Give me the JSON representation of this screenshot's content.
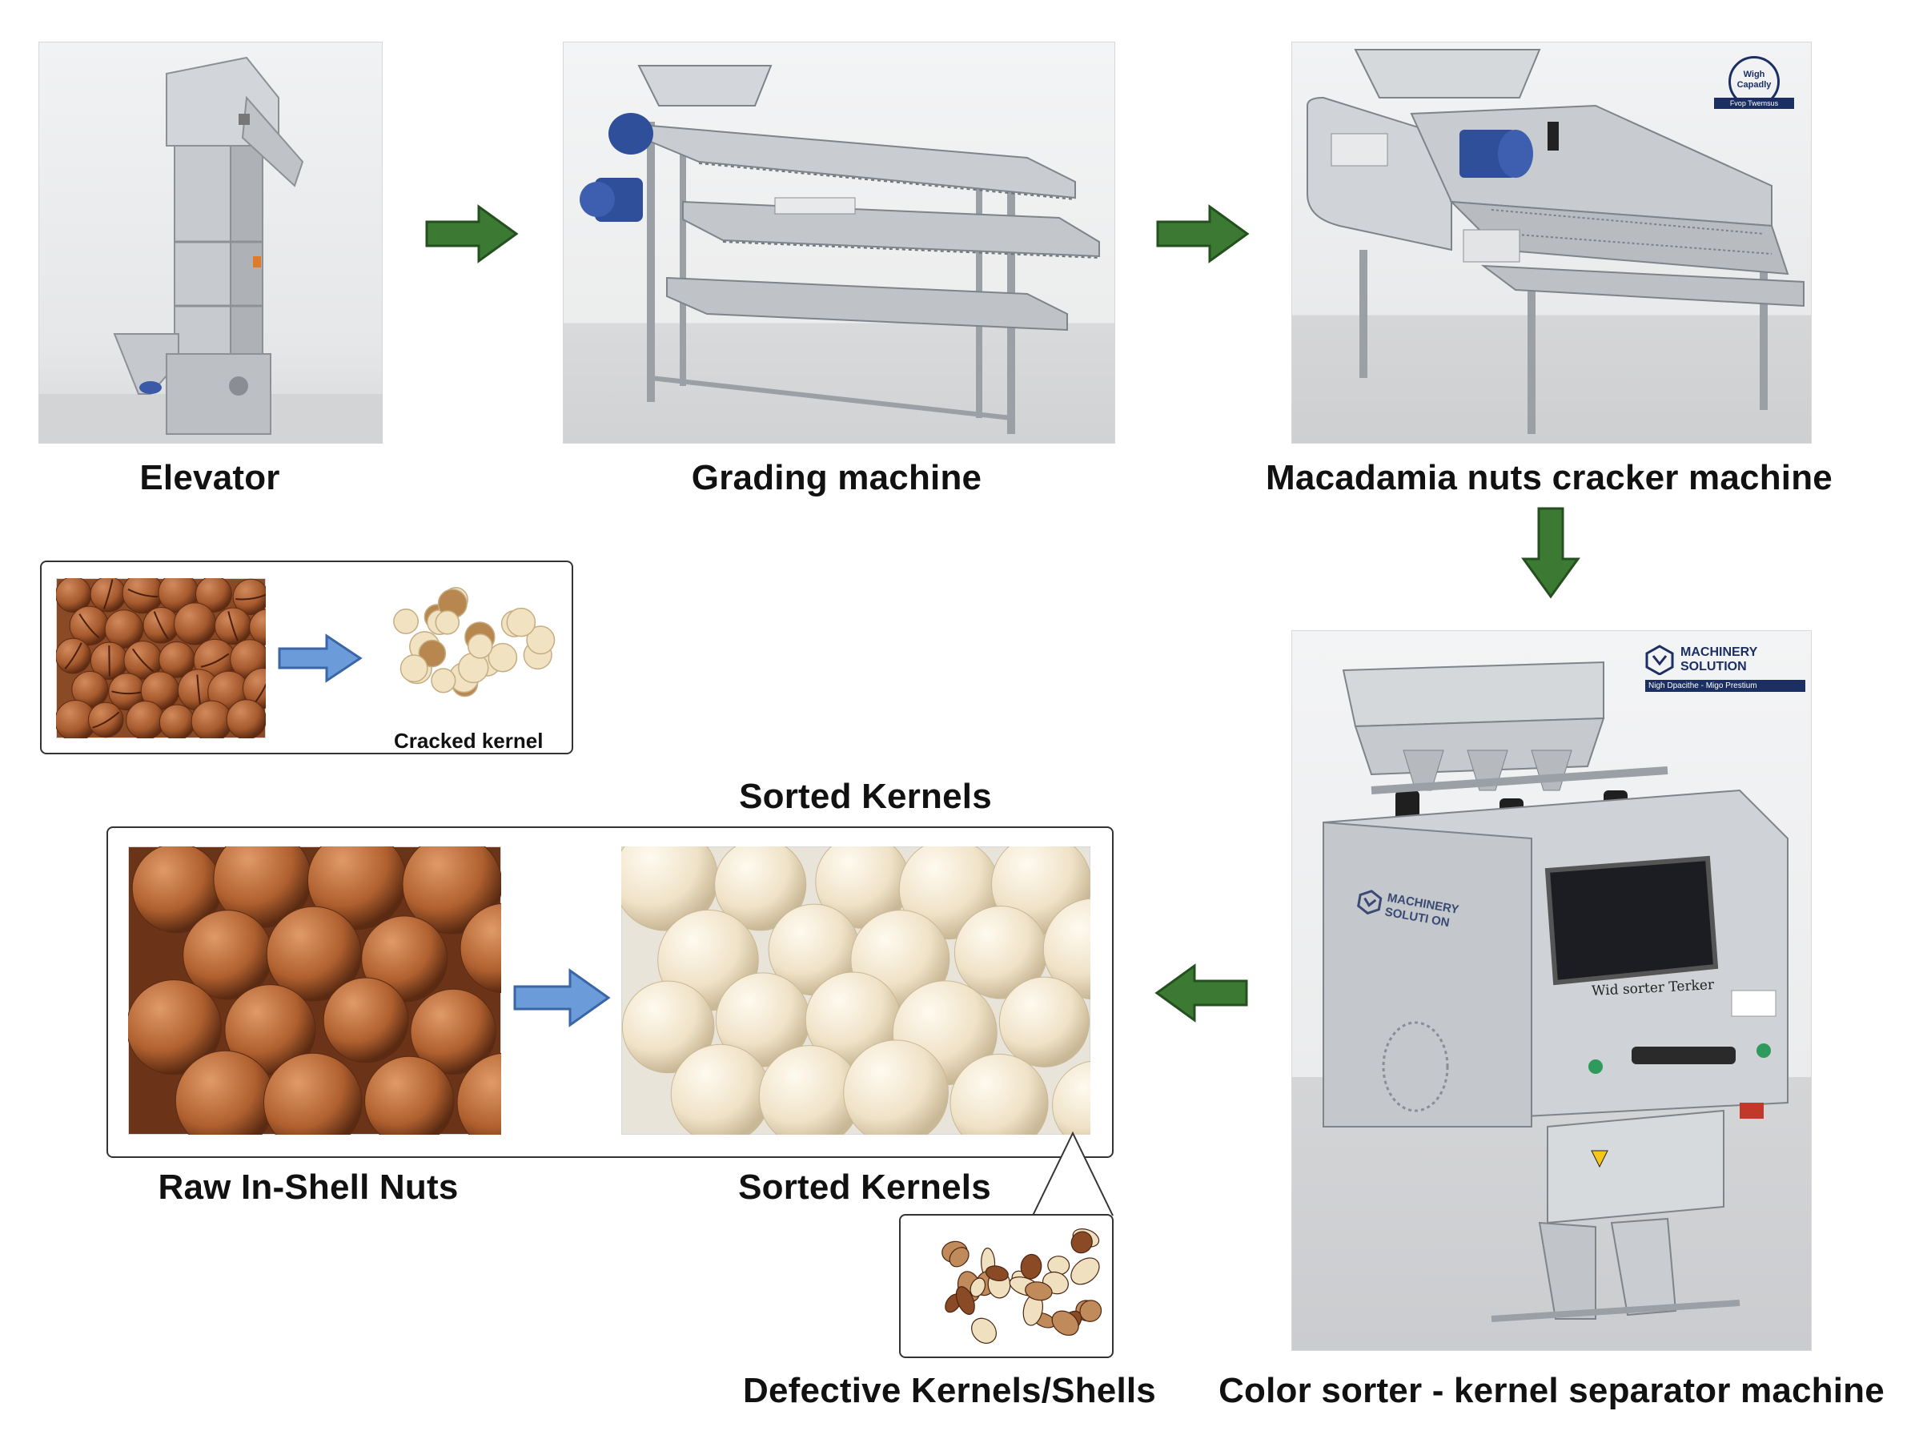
{
  "steps": {
    "elevator": "Elevator",
    "grading": "Grading machine",
    "cracker": "Macadamia nuts cracker machine",
    "sorter": "Color sorter - kernel separator machine"
  },
  "inset_top": {
    "cracked_label": "Cracked kernel"
  },
  "sorting_panel": {
    "top_label": "Sorted Kernels",
    "raw_label": "Raw In-Shell Nuts",
    "sorted_label": "Sorted Kernels",
    "defective_label": "Defective Kernels/Shells"
  },
  "badges": {
    "cracker_badge_line1": "Wigh",
    "cracker_badge_line2": "Capadly",
    "cracker_badge_ribbon": "Fvop Twemsus",
    "sorter_brand_line1": "MACHINERY",
    "sorter_brand_line2": "SOLUTION",
    "sorter_brand_ribbon": "Nigh Dpacithe - Migo Prestium",
    "sorter_body_brand_line1": "MACHINERY",
    "sorter_body_brand_line2": "SOLUTI ON",
    "sorter_plate": "Wid sorter Terker"
  },
  "colors": {
    "flow_arrow": "#3c7a33",
    "flow_arrow_stroke": "#24501f",
    "detail_arrow": "#6b9bd8",
    "detail_arrow_stroke": "#3a66a8",
    "steel": "#c9ccd0",
    "motor_blue": "#2f4f9a",
    "nut_brown": "#a65a2e",
    "kernel_cream": "#efe2c7"
  }
}
